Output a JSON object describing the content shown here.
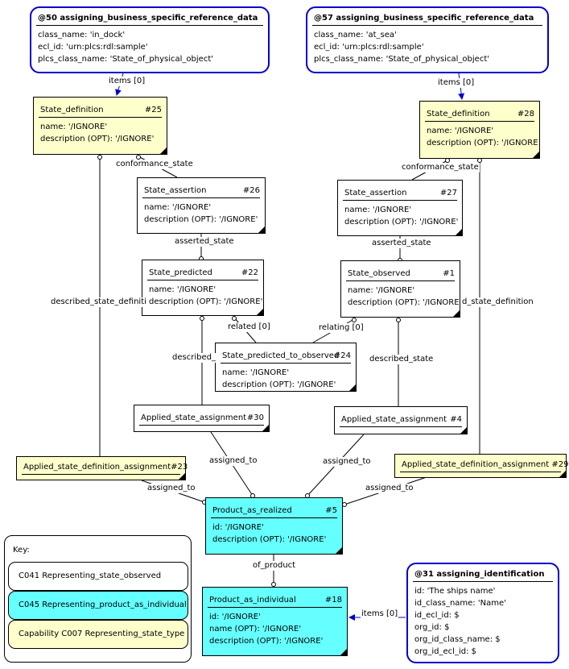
{
  "templates": {
    "t50": {
      "title": "@50 assigning_business_specific_reference_data",
      "attrs": [
        "class_name: 'in_dock'",
        "ecl_id: 'urn:plcs:rdl:sample'",
        "plcs_class_name: 'State_of_physical_object'"
      ]
    },
    "t57": {
      "title": "@57 assigning_business_specific_reference_data",
      "attrs": [
        "class_name: 'at_sea'",
        "ecl_id: 'urn:plcs:rdl:sample'",
        "plcs_class_name: 'State_of_physical_object'"
      ]
    },
    "t31": {
      "title": "@31 assigning_identification",
      "attrs": [
        "id: 'The ships name'",
        "id_class_name: 'Name'",
        "id_ecl_id: $",
        "org_id: $",
        "org_id_class_name: $",
        "org_id_ecl_id: $"
      ]
    }
  },
  "entities": {
    "sd25": {
      "name": "State_definition",
      "num": "#25",
      "attrs": [
        "name: '/IGNORE'",
        "description (OPT): '/IGNORE'"
      ]
    },
    "sd28": {
      "name": "State_definition",
      "num": "#28",
      "attrs": [
        "name: '/IGNORE'",
        "description (OPT): '/IGNORE"
      ]
    },
    "sa26": {
      "name": "State_assertion",
      "num": "#26",
      "attrs": [
        "name: '/IGNORE'",
        "description (OPT): '/IGNORE'"
      ]
    },
    "sa27": {
      "name": "State_assertion",
      "num": "#27",
      "attrs": [
        "name: '/IGNORE'",
        "description (OPT): '/IGNORE'"
      ]
    },
    "sp22": {
      "name": "State_predicted",
      "num": "#22",
      "attrs": [
        "name: '/IGNORE'",
        "description (OPT): '/IGNORE'"
      ]
    },
    "so1": {
      "name": "State_observed",
      "num": "#1",
      "attrs": [
        "name: '/IGNORE'",
        "description (OPT): '/IGNORE'"
      ]
    },
    "spo24": {
      "name": "State_predicted_to_observed",
      "num": "#24",
      "attrs": [
        "name: '/IGNORE'",
        "description (OPT): '/IGNORE'"
      ]
    },
    "asa30": {
      "name": "Applied_state_assignment",
      "num": "#30",
      "attrs": []
    },
    "asa4": {
      "name": "Applied_state_assignment",
      "num": "#4",
      "attrs": []
    },
    "asda23": {
      "name": "Applied_state_definition_assignment",
      "num": "#23",
      "attrs": []
    },
    "asda29": {
      "name": "Applied_state_definition_assignment",
      "num": "#29",
      "attrs": []
    },
    "par5": {
      "name": "Product_as_realized",
      "num": "#5",
      "attrs": [
        "id: '/IGNORE'",
        "description (OPT): '/IGNORE'"
      ]
    },
    "pai18": {
      "name": "Product_as_individual",
      "num": "#18",
      "attrs": [
        "id: '/IGNORE'",
        "name (OPT): '/IGNORE'",
        "description (OPT): '/IGNORE'"
      ]
    }
  },
  "relations": {
    "items_50": "items [0]",
    "items_57": "items [0]",
    "items_31": "items [0]",
    "conformance_state_left": "conformance_state",
    "conformance_state_right": "conformance_state",
    "asserted_state_left": "asserted_state",
    "asserted_state_right": "asserted_state",
    "described_state_definition_left": "described_state_definiti",
    "described_state_definition_right": "d_state_definition",
    "related": "related [0]",
    "relating": "relating [0]",
    "described_state_left": "described_",
    "described_state_right": "described_state",
    "assigned_to_30": "assigned_to",
    "assigned_to_4": "assigned_to",
    "assigned_to_23": "assigned_to",
    "assigned_to_29": "assigned_to",
    "of_product": "of_product"
  },
  "key": {
    "title": "Key:",
    "items": [
      "C041 Representing_state_observed",
      "C045 Representing_product_as_individual",
      "Capability C007 Representing_state_type"
    ],
    "colors": [
      "#ffffff",
      "#66ffff",
      "#ffffcc"
    ]
  },
  "colors": {
    "yellow": "#ffffcc",
    "cyan": "#66ffff",
    "template_border": "#0000cc"
  }
}
